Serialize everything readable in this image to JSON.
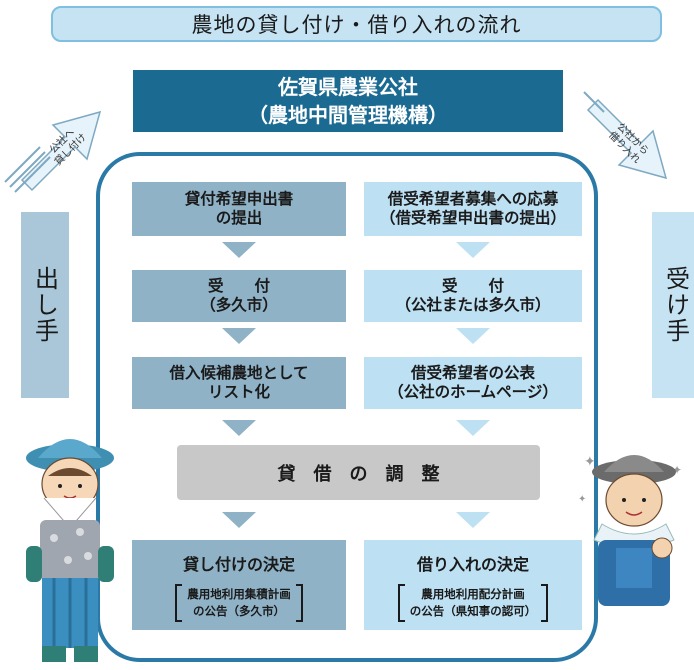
{
  "title": "農地の貸し付け・借り入れの流れ",
  "organization": {
    "line1": "佐賀県農業公社",
    "line2": "（農地中間管理機構）"
  },
  "arrows": {
    "left": [
      "公社へ",
      "貸し付け"
    ],
    "right": [
      "公社から",
      "借り入れ"
    ]
  },
  "side_labels": {
    "left": "出し手",
    "right": "受け手"
  },
  "left_steps": [
    {
      "line1": "貸付希望申出書",
      "line2": "の提出"
    },
    {
      "line1": "受　　付",
      "line2": "（多久市）"
    },
    {
      "line1": "借入候補農地として",
      "line2": "リスト化"
    }
  ],
  "right_steps": [
    {
      "line1": "借受希望者募集への応募",
      "line2": "（借受希望申出書の提出）"
    },
    {
      "line1": "受　　付",
      "line2": "（公社または多久市）"
    },
    {
      "line1": "借受希望者の公表",
      "line2": "（公社のホームページ）"
    }
  ],
  "adjustment": "貸借の調整",
  "decisions": {
    "left": {
      "title": "貸し付けの決定",
      "plan_line1": "農用地利用集積計画",
      "plan_line2": "の公告（多久市）"
    },
    "right": {
      "title": "借り入れの決定",
      "plan_line1": "農用地利用配分計画",
      "plan_line2": "の公告（県知事の認可）"
    }
  },
  "colors": {
    "dark_blue": "#1b6a92",
    "left_column": "#8fb2c7",
    "right_column": "#bde0f3",
    "adjust_gray": "#c8c8c8"
  }
}
